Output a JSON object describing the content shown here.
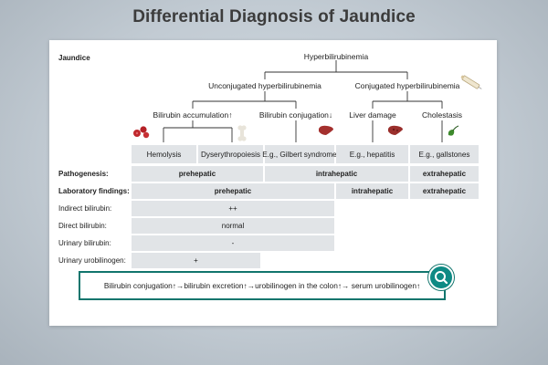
{
  "title": "Differential Diagnosis of Jaundice",
  "corner_label": "Jaundice",
  "tree": {
    "root": "Hyperbilirubinemia",
    "unconjugated": "Unconjugated hyperbilirubinemia",
    "conjugated": "Conjugated hyperbilirubinemia",
    "accumulation": "Bilirubin accumulation↑",
    "conjugation": "Bilirubin conjugation↓",
    "liver_damage": "Liver damage",
    "cholestasis": "Cholestasis"
  },
  "columns": [
    "Hemolysis",
    "Dyserythropoiesis",
    "E.g., Gilbert syndrome",
    "E.g., hepatitis",
    "E.g., gallstones"
  ],
  "rows": {
    "pathogenesis": {
      "label": "Pathogenesis:",
      "values": [
        "prehepatic",
        "intrahepatic",
        "extrahepatic"
      ]
    },
    "lab": {
      "label": "Laboratory findings:",
      "values": [
        "prehepatic",
        "intrahepatic",
        "extrahepatic"
      ]
    },
    "indirect": {
      "label": "Indirect bilirubin:",
      "value": "++"
    },
    "direct": {
      "label": "Direct bilirubin:",
      "value": "normal"
    },
    "urinary_bili": {
      "label": "Urinary bilirubin:",
      "value": "-"
    },
    "urobilinogen": {
      "label": "Urinary urobilinogen:",
      "value": "+"
    }
  },
  "note": "Bilirubin conjugation↑→bilirubin excretion↑→urobilinogen in the colon↑→ serum urobilinogen↑",
  "icons": [
    "red-blood-cells-icon",
    "bone-icon",
    "liver-icon",
    "liver-damaged-icon",
    "gallbladder-icon",
    "syringe-icon",
    "search-icon"
  ],
  "colors": {
    "accent": "#11756d",
    "cell": "#e1e4e7",
    "blood": "#c0282d",
    "liver": "#a4302e",
    "gallbladder": "#3d8a2c"
  }
}
